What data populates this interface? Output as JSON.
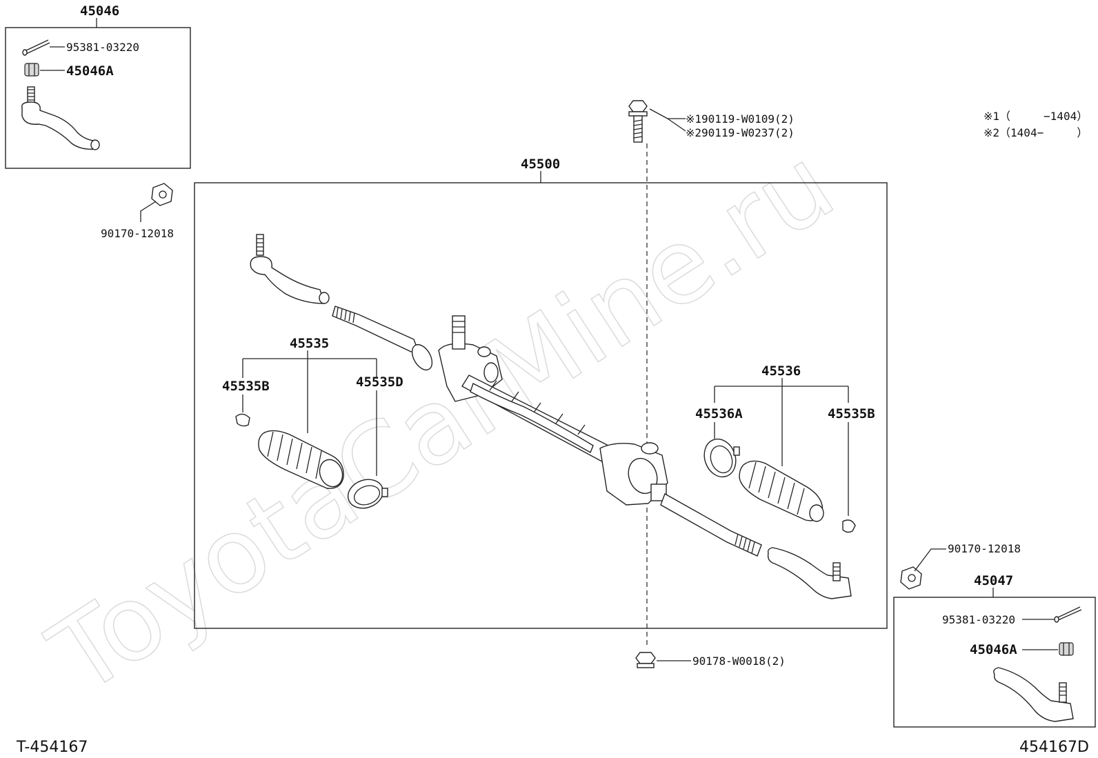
{
  "watermark": "ToyotaCarMine.ru",
  "footer": {
    "left_code": "T-454167",
    "right_code": "454167D"
  },
  "notes": {
    "note1": "※1（　　　−1404）",
    "note2": "※2（1404−　　　）"
  },
  "labels": {
    "p45046": "45046",
    "p45046_pin": "95381-03220",
    "p45046_nut": "45046A",
    "p90170_left": "90170-12018",
    "p45500": "45500",
    "bolt1": "※190119-W0109(2)",
    "bolt2": "※290119-W0237(2)",
    "p45535": "45535",
    "p45535B_left": "45535B",
    "p45535D": "45535D",
    "p45536": "45536",
    "p45536A": "45536A",
    "p45535B_right": "45535B",
    "p90170_right": "90170-12018",
    "p45047": "45047",
    "p45047_pin": "95381-03220",
    "p45047_nut": "45046A",
    "p90178": "90178-W0018(2)"
  }
}
